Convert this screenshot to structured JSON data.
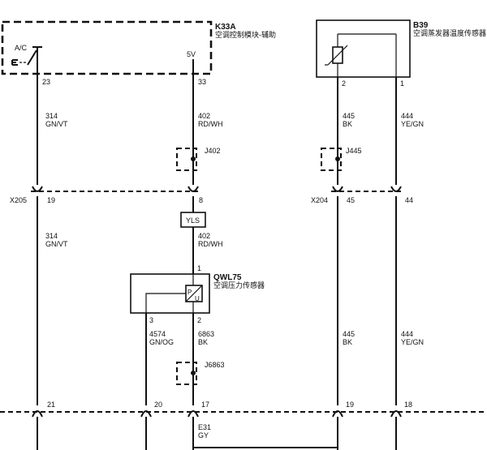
{
  "modules": {
    "k33a": {
      "ref": "K33A",
      "name": "空调控制模块-辅助"
    },
    "b39": {
      "ref": "B39",
      "name": "空调蒸发器温度传感器"
    },
    "qwl75": {
      "ref": "QWL75",
      "name": "空调压力传感器"
    }
  },
  "switch_label": "A/C",
  "supply_label": "5V",
  "pins": {
    "k33a_23": "23",
    "k33a_33": "33",
    "b39_2": "2",
    "b39_1": "1",
    "x205": "X205",
    "x205_19": "19",
    "x205_8": "8",
    "x204": "X204",
    "x204_45": "45",
    "x204_44": "44",
    "qwl_1": "1",
    "qwl_3": "3",
    "qwl_2": "2",
    "bot_21": "21",
    "bot_20": "20",
    "bot_17": "17",
    "bot_19": "19",
    "bot_18": "18"
  },
  "wires": {
    "w314a": {
      "circuit": "314",
      "color": "GN/VT"
    },
    "w402a": {
      "circuit": "402",
      "color": "RD/WH"
    },
    "w445a": {
      "circuit": "445",
      "color": "BK"
    },
    "w444a": {
      "circuit": "444",
      "color": "YE/GN"
    },
    "w314b": {
      "circuit": "314",
      "color": "GN/VT"
    },
    "w402b": {
      "circuit": "402",
      "color": "RD/WH"
    },
    "w4574": {
      "circuit": "4574",
      "color": "GN/OG"
    },
    "w6863": {
      "circuit": "6863",
      "color": "BK"
    },
    "w445b": {
      "circuit": "445",
      "color": "BK"
    },
    "w444b": {
      "circuit": "444",
      "color": "YE/GN"
    },
    "e31": {
      "circuit": "E31",
      "color": "GY"
    }
  },
  "splices": {
    "j402": "J402",
    "j445": "J445",
    "j6863": "J6863"
  },
  "yls": "YLS",
  "sensor_glyph": "P/U"
}
